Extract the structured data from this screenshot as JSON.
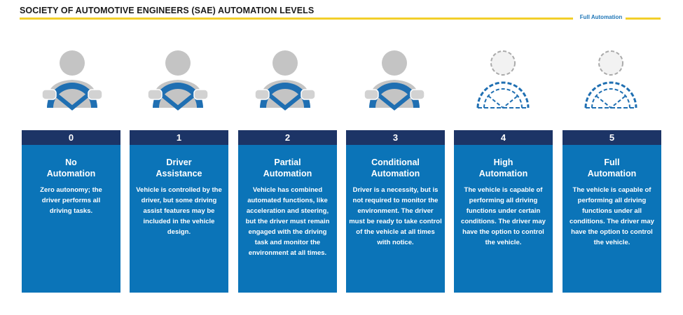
{
  "title": "SOCIETY OF AUTOMOTIVE ENGINEERS (SAE) AUTOMATION LEVELS",
  "full_automation_label": "Full Automation",
  "colors": {
    "accent_yellow": "#f2cf2a",
    "card_blue": "#0b74b8",
    "header_navy": "#1c3466",
    "figure_gray": "#c4c4c4",
    "wheel_blue": "#1f6fb2"
  },
  "levels": [
    {
      "number": "0",
      "name_line1": "No",
      "name_line2": "Automation",
      "description": "Zero autonomy; the driver performs all driving tasks."
    },
    {
      "number": "1",
      "name_line1": "Driver",
      "name_line2": "Assistance",
      "description": "Vehicle is controlled by the driver, but some driving assist features may be included in the vehicle design."
    },
    {
      "number": "2",
      "name_line1": "Partial",
      "name_line2": "Automation",
      "description": "Vehicle has combined automated functions, like acceleration and steering, but the driver must remain engaged with the driving task and monitor the environment at all times."
    },
    {
      "number": "3",
      "name_line1": "Conditional",
      "name_line2": "Automation",
      "description": "Driver is a necessity, but is not required to monitor the environment. The driver must be ready to take control of the vehicle at all times with notice."
    },
    {
      "number": "4",
      "name_line1": "High",
      "name_line2": "Automation",
      "description": "The vehicle is capable of performing all driving functions under certain conditions. The driver may have the option to control the vehicle."
    },
    {
      "number": "5",
      "name_line1": "Full",
      "name_line2": "Automation",
      "description": "The vehicle is capable of performing all driving functions under all conditions. The driver may have the option to control the vehicle."
    }
  ]
}
